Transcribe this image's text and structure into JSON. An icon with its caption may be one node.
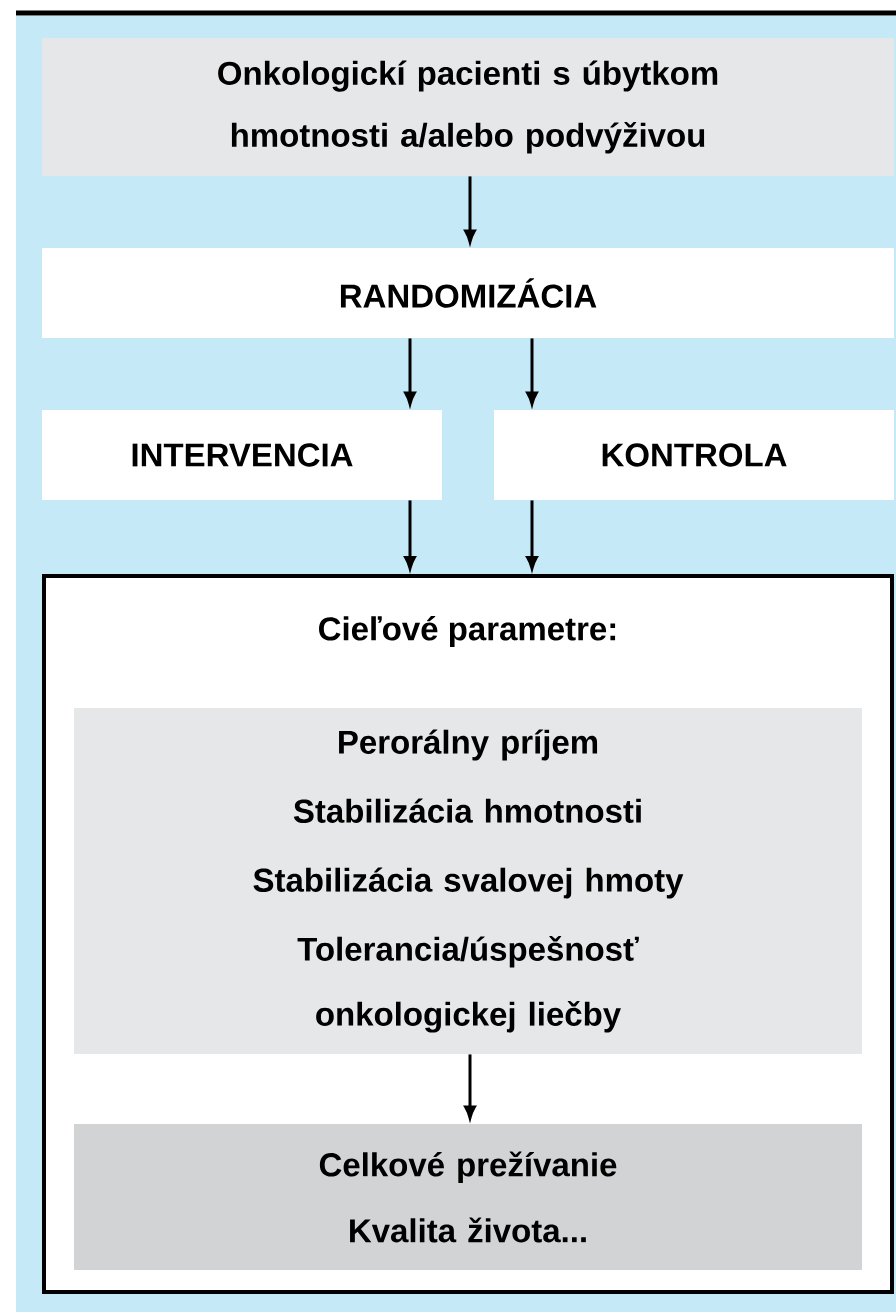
{
  "diagram": {
    "nodes": [
      {
        "text": [
          "Onkologickí pacienti s úbytkom hmotnosti a/alebo podvýživou"
        ]
      },
      {
        "text": [
          "RANDOMIZÁCIA"
        ]
      },
      {
        "text": [
          "INTERVENCIA"
        ]
      },
      {
        "text": [
          "KONTROLA"
        ]
      },
      {
        "text": [
          "Cieľové parametre:"
        ]
      },
      {
        "text": [
          "Perorálny príjem",
          "Stabilizácia hmotnosti",
          "Stabilizácia svalovej hmoty",
          "Tolerancia/úspešnosť onkologickej liečby"
        ],
        "in": 4
      },
      {
        "text": [
          "Celkové prežívanie",
          "Kvalita života..."
        ],
        "in": 4
      }
    ],
    "edges": [
      {
        "from": 0,
        "to": 1,
        "arrow": "to"
      },
      {
        "from": 1,
        "to": 2,
        "arrow": "to"
      },
      {
        "from": 1,
        "to": 3,
        "arrow": "to"
      },
      {
        "from": 2,
        "to": 4,
        "arrow": "to"
      },
      {
        "from": 3,
        "to": 4,
        "arrow": "to"
      },
      {
        "from": 5,
        "to": 6,
        "arrow": "to"
      }
    ]
  }
}
